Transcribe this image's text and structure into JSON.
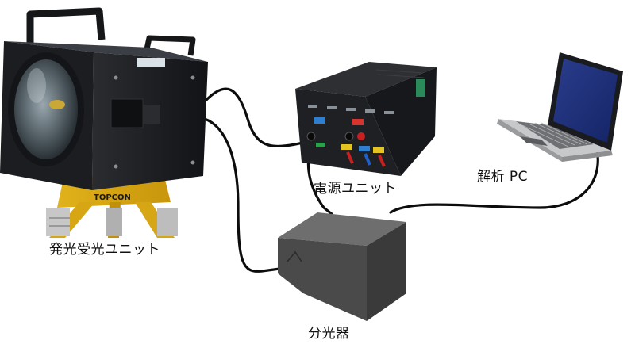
{
  "labels": {
    "emitter_receiver": "発光受光ユニット",
    "power_unit": "電源ユニット",
    "analysis_pc": "解析 PC",
    "spectrometer": "分光器"
  },
  "device_text": {
    "tripod_brand": "TOPCON"
  },
  "icons": [
    "tripod",
    "emitter-receiver-unit",
    "power-supply-unit",
    "spectrometer-box",
    "laptop"
  ]
}
